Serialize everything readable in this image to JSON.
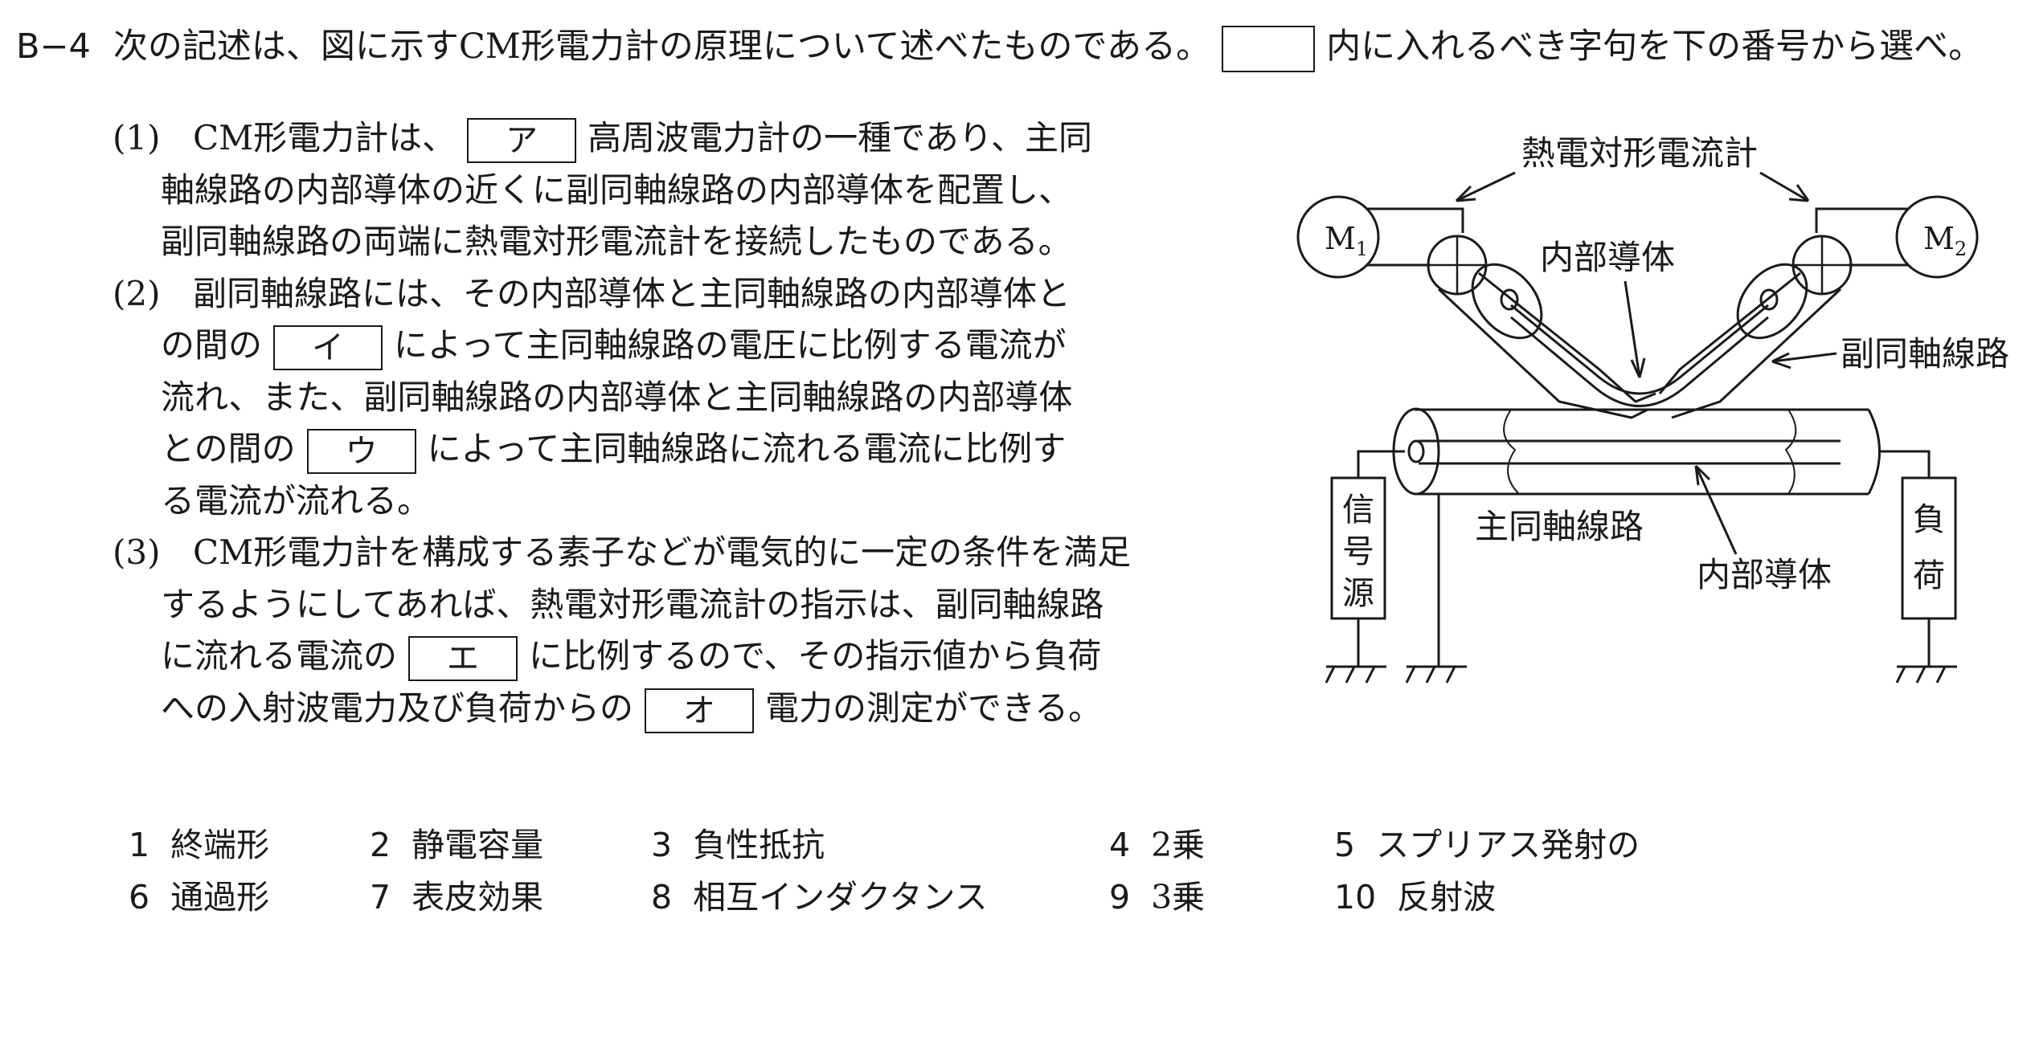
{
  "header": {
    "qnum": "B−4",
    "text_before": "次の記述は、図に示すCM形電力計の原理について述べたものである。",
    "text_after": "内に入れるべき字句を下の番号から選べ。"
  },
  "paragraphs": [
    {
      "num": "(1)",
      "lines": [
        [
          "CM形電力計は、",
          {
            "blank": "ア"
          },
          "高周波電力計の一種であり、主同"
        ],
        [
          "軸線路の内部導体の近くに副同軸線路の内部導体を配置し、"
        ],
        [
          "副同軸線路の両端に熱電対形電流計を接続したものである。"
        ]
      ]
    },
    {
      "num": "(2)",
      "lines": [
        [
          "副同軸線路には、その内部導体と主同軸線路の内部導体と"
        ],
        [
          "の間の",
          {
            "blank": "イ"
          },
          "によって主同軸線路の電圧に比例する電流が"
        ],
        [
          "流れ、また、副同軸線路の内部導体と主同軸線路の内部導体"
        ],
        [
          "との間の",
          {
            "blank": "ウ"
          },
          "によって主同軸線路に流れる電流に比例す"
        ],
        [
          "る電流が流れる。"
        ]
      ]
    },
    {
      "num": "(3)",
      "lines": [
        [
          "CM形電力計を構成する素子などが電気的に一定の条件を満足"
        ],
        [
          "するようにしてあれば、熱電対形電流計の指示は、副同軸線路"
        ],
        [
          "に流れる電流の",
          {
            "blank": "エ"
          },
          "に比例するので、その指示値から負荷"
        ],
        [
          "への入射波電力及び負荷からの",
          {
            "blank": "オ"
          },
          "電力の測定ができる。"
        ]
      ]
    }
  ],
  "choices": [
    {
      "num": "1",
      "text": "終端形"
    },
    {
      "num": "2",
      "text": "静電容量"
    },
    {
      "num": "3",
      "text": "負性抵抗"
    },
    {
      "num": "4",
      "text": "2乗"
    },
    {
      "num": "5",
      "text": "スプリアス発射の"
    },
    {
      "num": "6",
      "text": "通過形"
    },
    {
      "num": "7",
      "text": "表皮効果"
    },
    {
      "num": "8",
      "text": "相互インダクタンス"
    },
    {
      "num": "9",
      "text": "3乗"
    },
    {
      "num": "10",
      "text": "反射波"
    }
  ],
  "figure": {
    "label_thermo": "熱電対形電流計",
    "label_inner_top": "内部導体",
    "label_sub_coax": "副同軸線路",
    "label_main_coax": "主同軸線路",
    "label_inner_bottom": "内部導体",
    "label_signal": "信号源",
    "label_load": "負荷",
    "m1_letter": "M",
    "m1_sub": "1",
    "m2_letter": "M",
    "m2_sub": "2"
  }
}
